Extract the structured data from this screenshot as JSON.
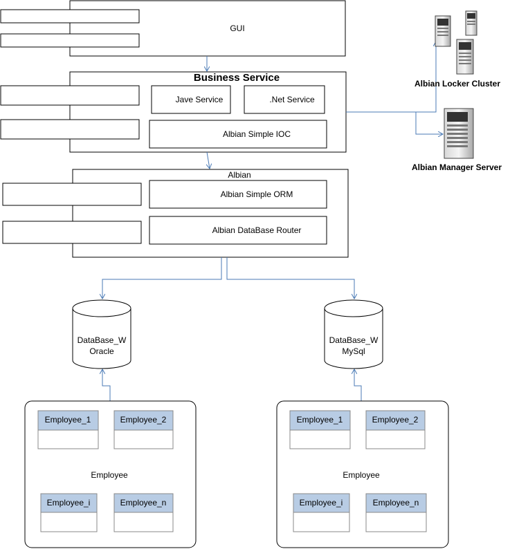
{
  "gui": {
    "label": "GUI"
  },
  "business": {
    "title": "Business Service",
    "jave_service": "Jave Service",
    "net_service": ".Net Service",
    "ioc": "Albian Simple IOC"
  },
  "albian": {
    "title": "Albian",
    "orm": "Albian Simple ORM",
    "router": "Albian DataBase Router"
  },
  "servers": {
    "locker_cluster": "Albian Locker Cluster",
    "manager_server": "Albian Manager Server"
  },
  "databases": [
    {
      "name": "DataBase_W",
      "engine": "Oracle"
    },
    {
      "name": "DataBase_W",
      "engine": "MySql"
    }
  ],
  "employee_groups": [
    {
      "label": "Employee",
      "tables": [
        "Employee_1",
        "Employee_2",
        "Employee_i",
        "Employee_n"
      ]
    },
    {
      "label": "Employee",
      "tables": [
        "Employee_1",
        "Employee_2",
        "Employee_i",
        "Employee_n"
      ]
    }
  ],
  "colors": {
    "connector": "#4a7ab5",
    "table_header": "#b8cce4",
    "line": "#000000"
  }
}
